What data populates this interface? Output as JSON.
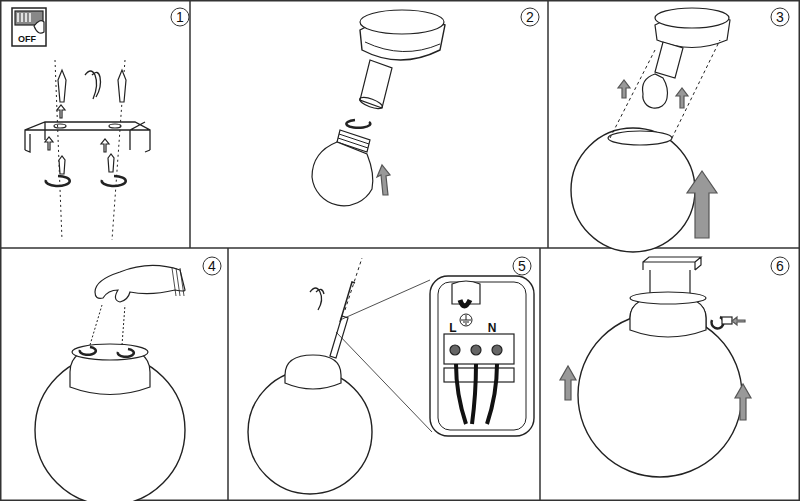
{
  "diagram": {
    "labels": [
      "OFF",
      "1",
      "2",
      "3",
      "4",
      "L",
      "N",
      "5",
      "6"
    ]
  }
}
